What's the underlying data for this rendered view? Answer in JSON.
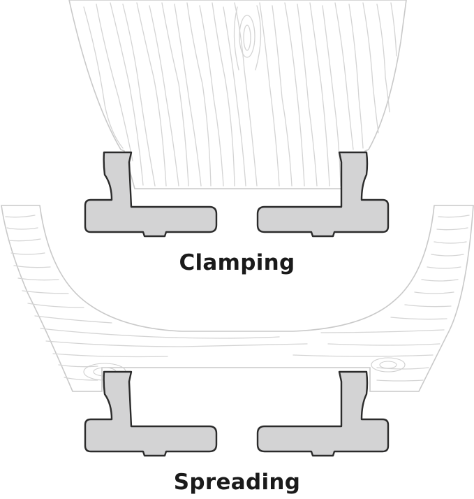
{
  "captions": {
    "clamping": "Clamping",
    "spreading": "Spreading"
  },
  "colors": {
    "jaw_fill": "#d3d3d4",
    "jaw_outline": "#2b2b2b",
    "wood_grain": "#d4d4d4",
    "text": "#1a1a1a"
  },
  "icons": {
    "wood": "wood-board-illustration",
    "jaw": "clamp-jaw-shape"
  }
}
